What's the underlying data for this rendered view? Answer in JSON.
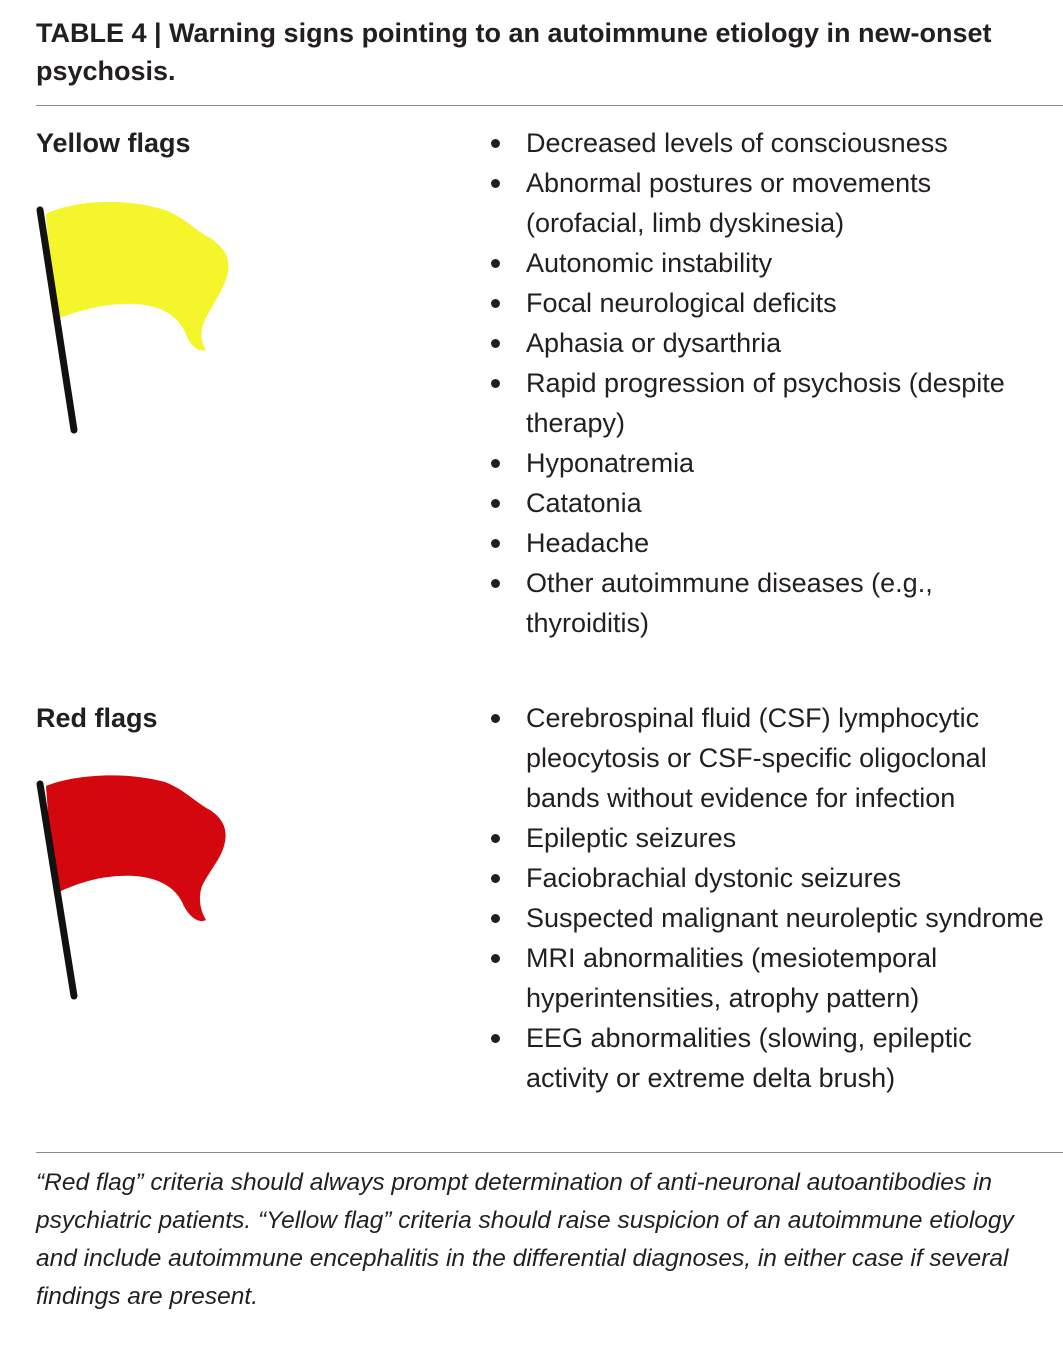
{
  "caption": "TABLE 4 | Warning signs pointing to an autoimmune etiology in new-onset psychosis.",
  "yellow_section": {
    "label": "Yellow flags",
    "flag_color": "#f4f52a",
    "items": [
      "Decreased levels of consciousness",
      "Abnormal postures or movements (orofacial, limb dyskinesia)",
      "Autonomic instability",
      "Focal neurological deficits",
      "Aphasia or dysarthria",
      "Rapid progression of psychosis (despite therapy)",
      "Hyponatremia",
      "Catatonia",
      "Headache",
      "Other autoimmune diseases (e.g., thyroiditis)"
    ]
  },
  "red_section": {
    "label": "Red flags",
    "flag_color": "#d4060e",
    "items": [
      "Cerebrospinal fluid (CSF) lymphocytic pleocytosis or CSF-specific oligoclonal bands without evidence for infection",
      "Epileptic seizures",
      "Faciobrachial dystonic seizures",
      "Suspected malignant neuroleptic syndrome",
      "MRI abnormalities (mesiotemporal hyperintensities, atrophy pattern)",
      "EEG abnormalities (slowing, epileptic activity or extreme delta brush)"
    ]
  },
  "footnote": "“Red flag” criteria should always prompt determination of anti-neuronal autoantibodies in psychiatric patients. “Yellow flag” criteria should raise suspicion of an autoimmune etiology and include autoimmune encephalitis in the differential diagnoses, in either case if several findings are present."
}
